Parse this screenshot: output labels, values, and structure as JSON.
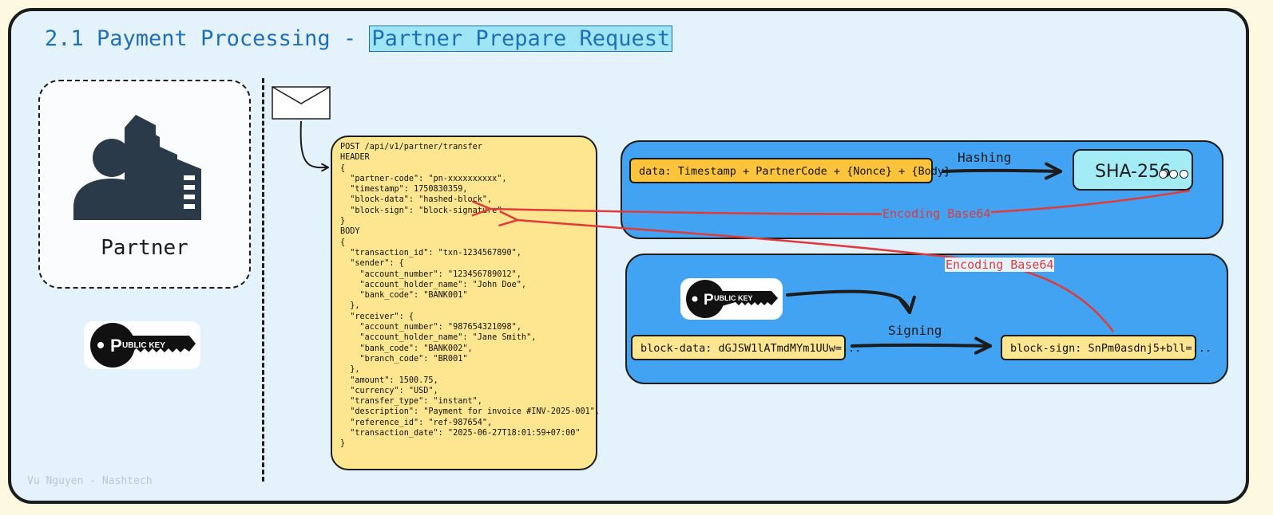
{
  "title": {
    "prefix": "2.1 Payment Processing - ",
    "highlight": "Partner Prepare Request"
  },
  "partner": {
    "label": "Partner",
    "icon": "building-person-icon"
  },
  "public_key": {
    "text": "UBLIC KEY",
    "icon": "public-key-icon"
  },
  "request": {
    "lines": [
      "POST /api/v1/partner/transfer",
      "",
      "HEADER",
      "{",
      "  \"partner-code\": \"pn-xxxxxxxxxx\",",
      "  \"timestamp\": 1750830359,",
      "  \"block-data\": \"hashed-block\",",
      "  \"block-sign\": \"block-signature\"",
      "}",
      "",
      "BODY",
      "{",
      "  \"transaction_id\": \"txn-1234567890\",",
      "  \"sender\": {",
      "    \"account_number\": \"123456789012\",",
      "    \"account_holder_name\": \"John Doe\",",
      "    \"bank_code\": \"BANK001\"",
      "  },",
      "  \"receiver\": {",
      "    \"account_number\": \"987654321098\",",
      "    \"account_holder_name\": \"Jane Smith\",",
      "    \"bank_code\": \"BANK002\",",
      "    \"branch_code\": \"BR001\"",
      "  },",
      "  \"amount\": 1500.75,",
      "  \"currency\": \"USD\",",
      "  \"transfer_type\": \"instant\",",
      "  \"description\": \"Payment for invoice #INV-2025-001\",",
      "  \"reference_id\": \"ref-987654\",",
      "  \"transaction_date\": \"2025-06-27T18:01:59+07:00\"",
      "}"
    ]
  },
  "hashing": {
    "data_label": "data: Timestamp + PartnerCode + {Nonce} + {Body}",
    "action": "Hashing",
    "algorithm": "SHA-256",
    "encode_label": "Encoding Base64"
  },
  "signing": {
    "block_data": "block-data: dGJSW1lATmdMYm1UUw=...",
    "action": "Signing",
    "block_sign": "block-sign: SnPm0asdnj5+bll=...",
    "encode_label": "Encoding Base64"
  },
  "footer": "Vu Nguyen - Nashtech",
  "colors": {
    "panel": "#42a3f2",
    "code_bg": "#fde68f",
    "accent_red": "#e03a3a",
    "title": "#1f6fb8"
  }
}
